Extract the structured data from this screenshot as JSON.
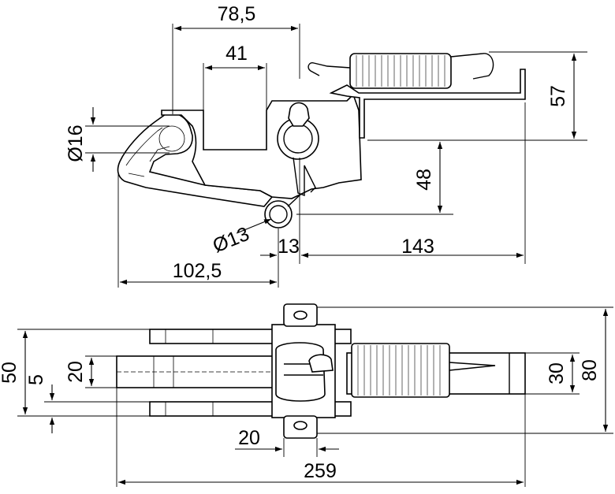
{
  "dimensions": {
    "d_78_5": "78,5",
    "d_41": "41",
    "d_57": "57",
    "d_dia16": "Ø16",
    "d_48": "48",
    "d_dia13": "Ø13",
    "d_13": "13",
    "d_143": "143",
    "d_102_5": "102,5",
    "d_50": "50",
    "d_5": "5",
    "d_20_left": "20",
    "d_30": "30",
    "d_80": "80",
    "d_20_bottom": "20",
    "d_259": "259"
  }
}
